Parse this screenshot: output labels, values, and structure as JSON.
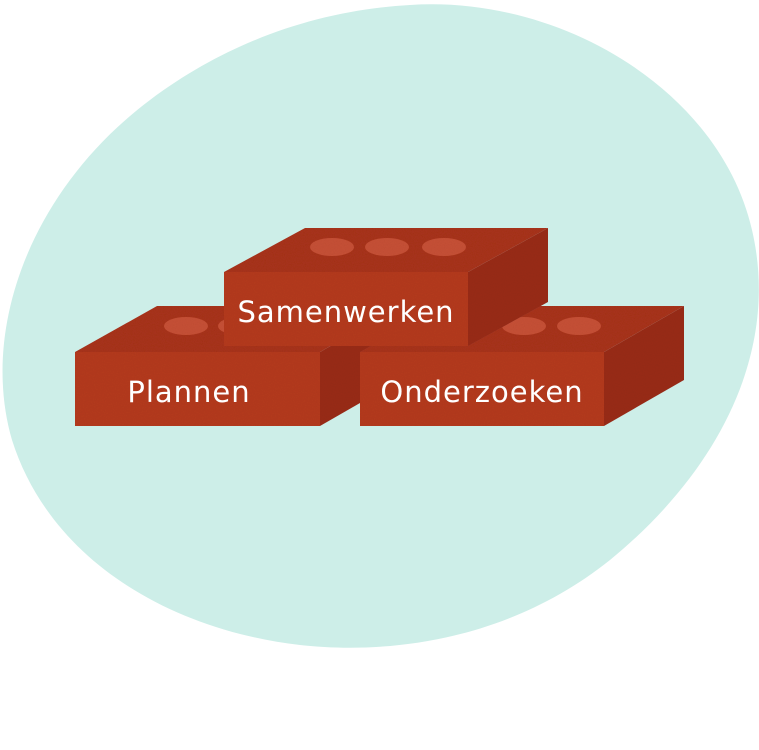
{
  "bricks": {
    "top_label": "Samenwerken",
    "left_label": "Plannen",
    "right_label": "Onderzoeken"
  },
  "colors": {
    "blob": "#cdeee8",
    "brick_front": "#b43a1f",
    "brick_top": "#a8321a",
    "brick_side": "#992b15",
    "hole": "#c65035",
    "text": "#ffffff"
  }
}
